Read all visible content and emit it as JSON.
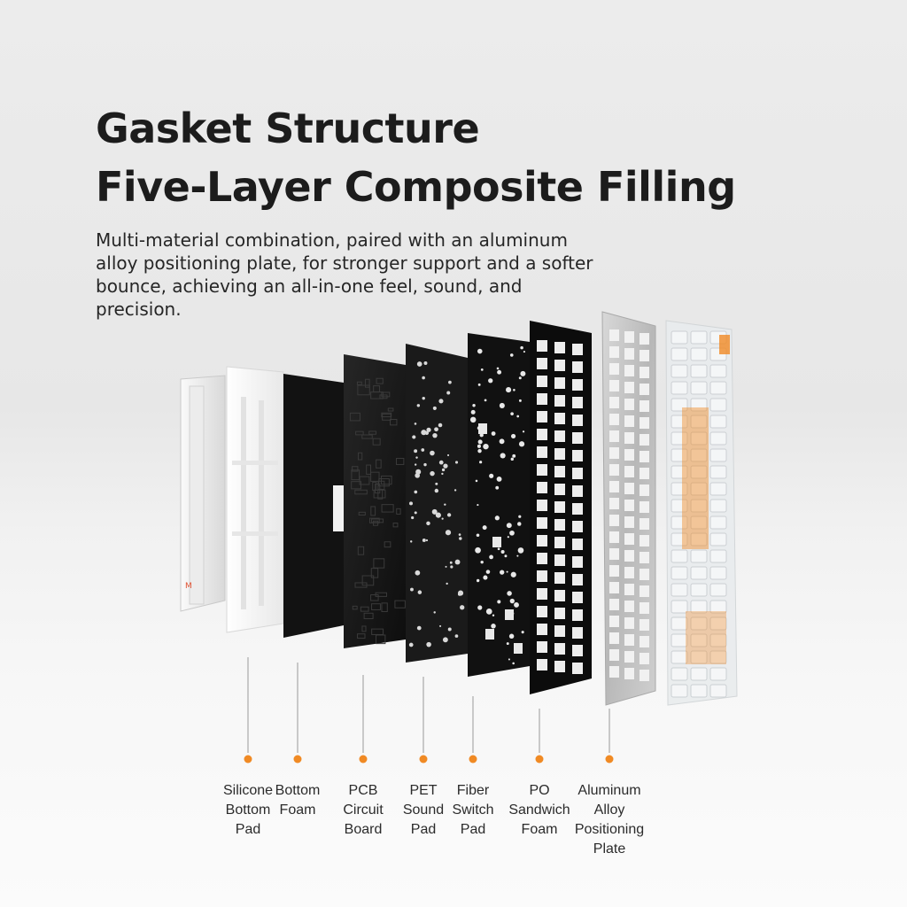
{
  "heading": {
    "line1": "Gasket Structure",
    "line2": "Five-Layer Composite Filling"
  },
  "description": "Multi-material combination, paired with an aluminum alloy positioning plate, for stronger support and a softer bounce, achieving an all-in-one feel, sound, and precision.",
  "accent_color": "#f08a24",
  "layers": [
    {
      "id": "silicone",
      "lines": [
        "Silicone",
        "Bottom",
        "Pad"
      ]
    },
    {
      "id": "bottom-foam",
      "lines": [
        "Bottom",
        "Foam"
      ]
    },
    {
      "id": "pcb",
      "lines": [
        "PCB",
        "Circuit",
        "Board"
      ]
    },
    {
      "id": "pet",
      "lines": [
        "PET",
        "Sound",
        "Pad"
      ]
    },
    {
      "id": "fiber",
      "lines": [
        "Fiber",
        "Switch",
        "Pad"
      ]
    },
    {
      "id": "po",
      "lines": [
        "PO",
        "Sandwich",
        "Foam"
      ]
    },
    {
      "id": "aluminum",
      "lines": [
        "Aluminum",
        "Alloy",
        "Positioning",
        "Plate"
      ]
    }
  ]
}
